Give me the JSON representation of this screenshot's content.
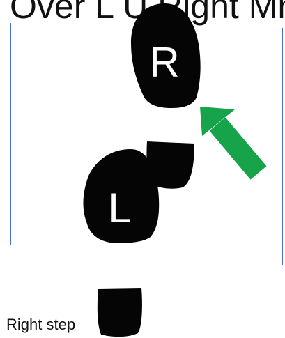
{
  "title": "Over L U Right Mn",
  "right_foot_letter": "R",
  "left_foot_letter": "L",
  "caption": "Right step",
  "colors": {
    "footprint": "#050505",
    "arrow": "#17a34a",
    "rule_lines": "#4472c4",
    "text": "#111111"
  }
}
